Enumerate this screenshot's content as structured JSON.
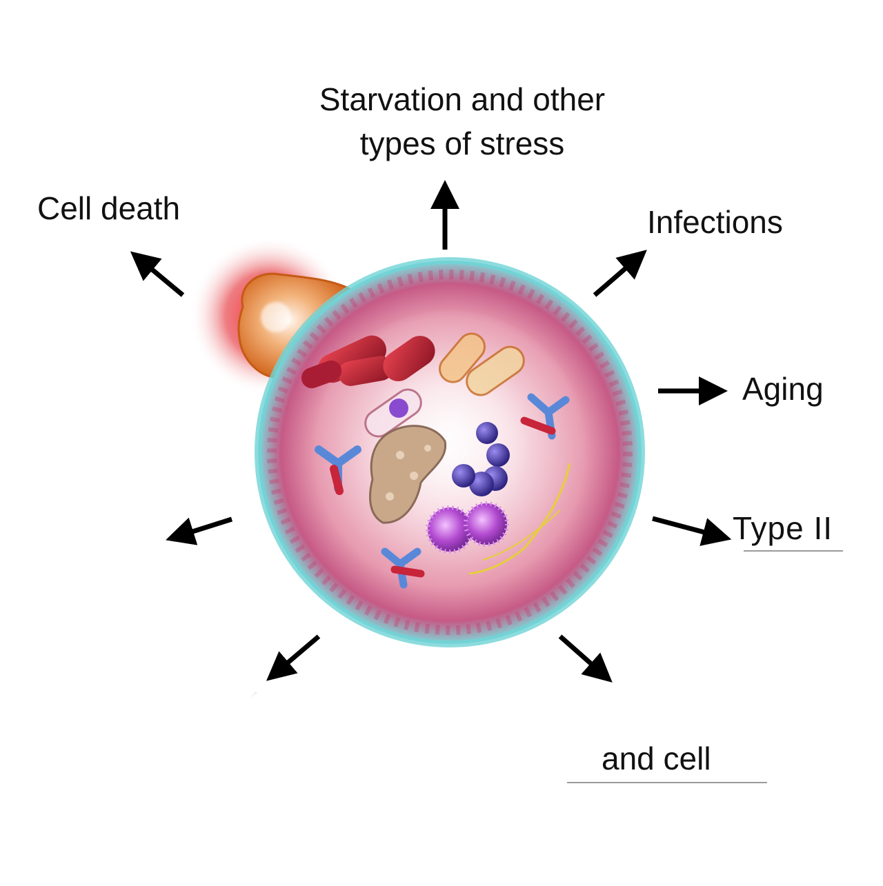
{
  "labels": {
    "top_line1": "Starvation and other",
    "top_line2": "types of stress",
    "cell_death": "Cell death",
    "infections": "Infections",
    "aging": "Aging",
    "type_ii": "Type II",
    "and_cell": "and cell"
  },
  "colors": {
    "membrane": "#6fd3d6",
    "cytoplasm": "#f3b6c6",
    "bleb": "#e8873a",
    "glow": "#e0141c",
    "mitochondria": "#c5253a",
    "bacteria": "#4a3aa8",
    "virus": "#b24ad0",
    "arrow": "#000000"
  },
  "icons": [
    "cell-sphere",
    "mitochondrion-icon",
    "bacterium-icon",
    "virus-icon",
    "antibody-icon",
    "protein-cluster-icon"
  ]
}
